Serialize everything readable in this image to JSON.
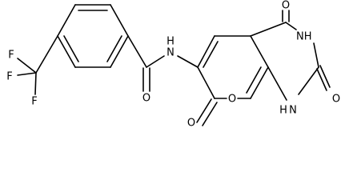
{
  "atom_labels": {
    "f_top": "F",
    "f_left": "F",
    "f_bottom": "F",
    "amide_o": "O",
    "amide_nh": "N",
    "amide_h": "H",
    "c4_o": "O",
    "n3_h": "NH",
    "c2_o": "O",
    "n1_h": "H",
    "n1": "N",
    "ring_o": "O",
    "c7_o": "O"
  },
  "colors": {
    "bond": "#000000",
    "label": "#000000",
    "background": "#ffffff"
  }
}
